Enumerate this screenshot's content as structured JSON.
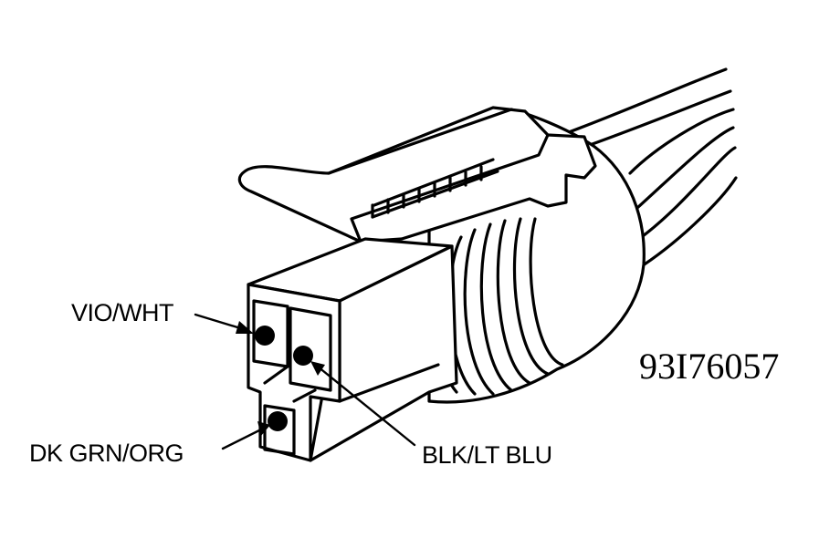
{
  "labels": {
    "vio_wht": "VIO/WHT",
    "dk_grn_org": "DK GRN/ORG",
    "blk_lt_blu": "BLK/LT BLU"
  },
  "figure_id": "93I76057",
  "colors": {
    "line": "#000000",
    "background": "#ffffff"
  }
}
